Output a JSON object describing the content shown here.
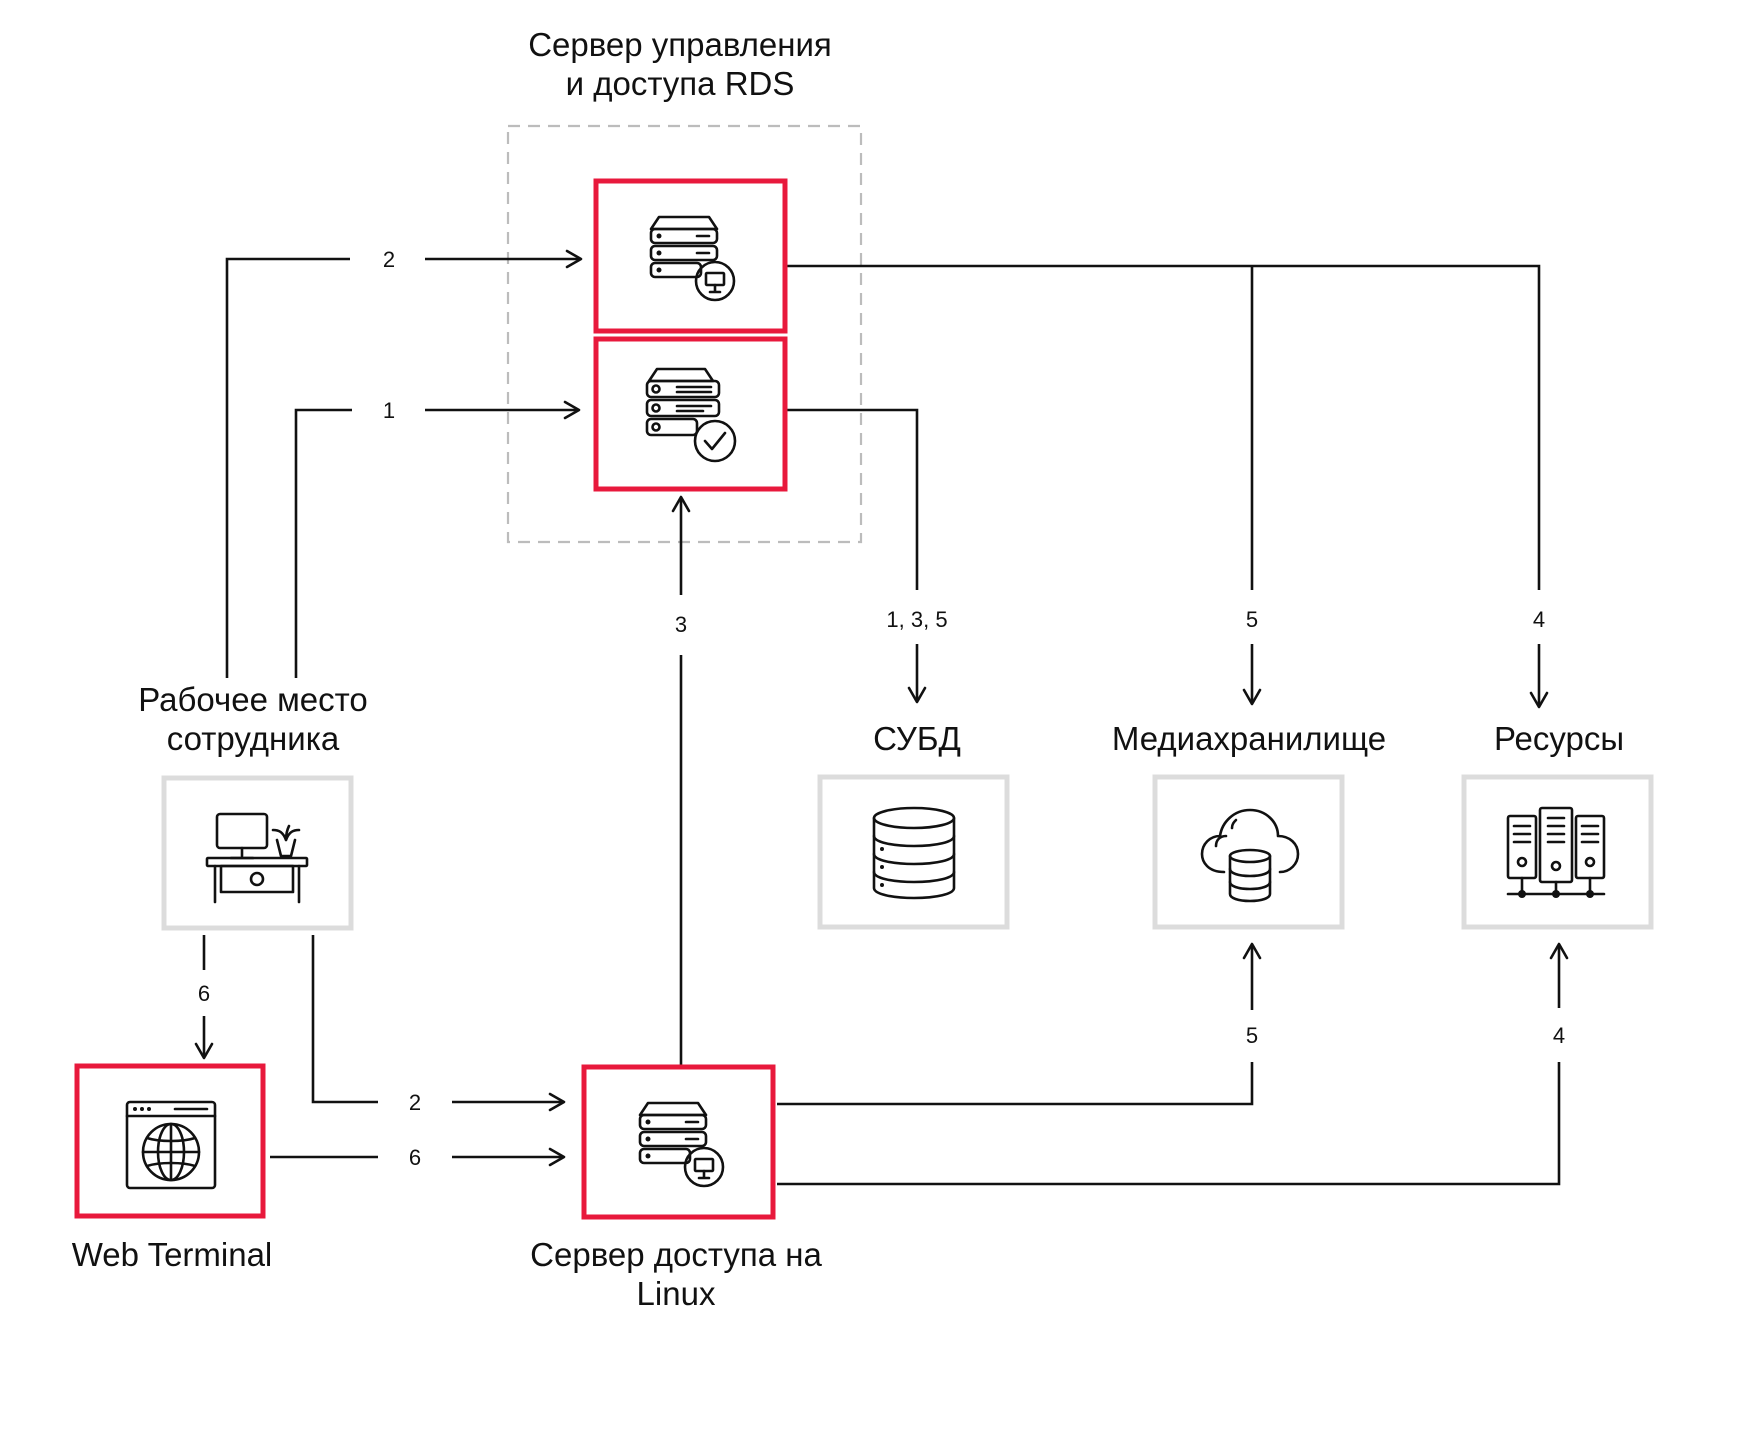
{
  "nodes": {
    "rds_group_label": [
      "Сервер управления",
      "и доступа RDS"
    ],
    "workstation_label": [
      "Рабочее место",
      "сотрудника"
    ],
    "dbms_label": "СУБД",
    "media_label": "Медиахранилище",
    "resources_label": "Ресурсы",
    "web_terminal_label": "Web Terminal",
    "linux_server_label": [
      "Сервер доступа на",
      "Linux"
    ]
  },
  "edges": {
    "ws_to_mgmt_top": "2",
    "ws_to_mgmt_bottom": "1",
    "linux_to_mgmt": "3",
    "mgmt_to_dbms": "1, 3, 5",
    "mgmt_to_media": "5",
    "mgmt_to_resources": "4",
    "ws_to_webterminal": "6",
    "ws_to_linux": "2",
    "webterminal_to_linux": "6",
    "linux_to_media": "5",
    "linux_to_resources": "4"
  },
  "colors": {
    "accent": "#e8193c",
    "box": "#dcdcdc",
    "line": "#111111"
  },
  "icons": [
    "server-monitor-icon",
    "server-check-icon",
    "workstation-desk-icon",
    "database-icon",
    "cloud-database-icon",
    "server-rack-icon",
    "browser-globe-icon"
  ]
}
